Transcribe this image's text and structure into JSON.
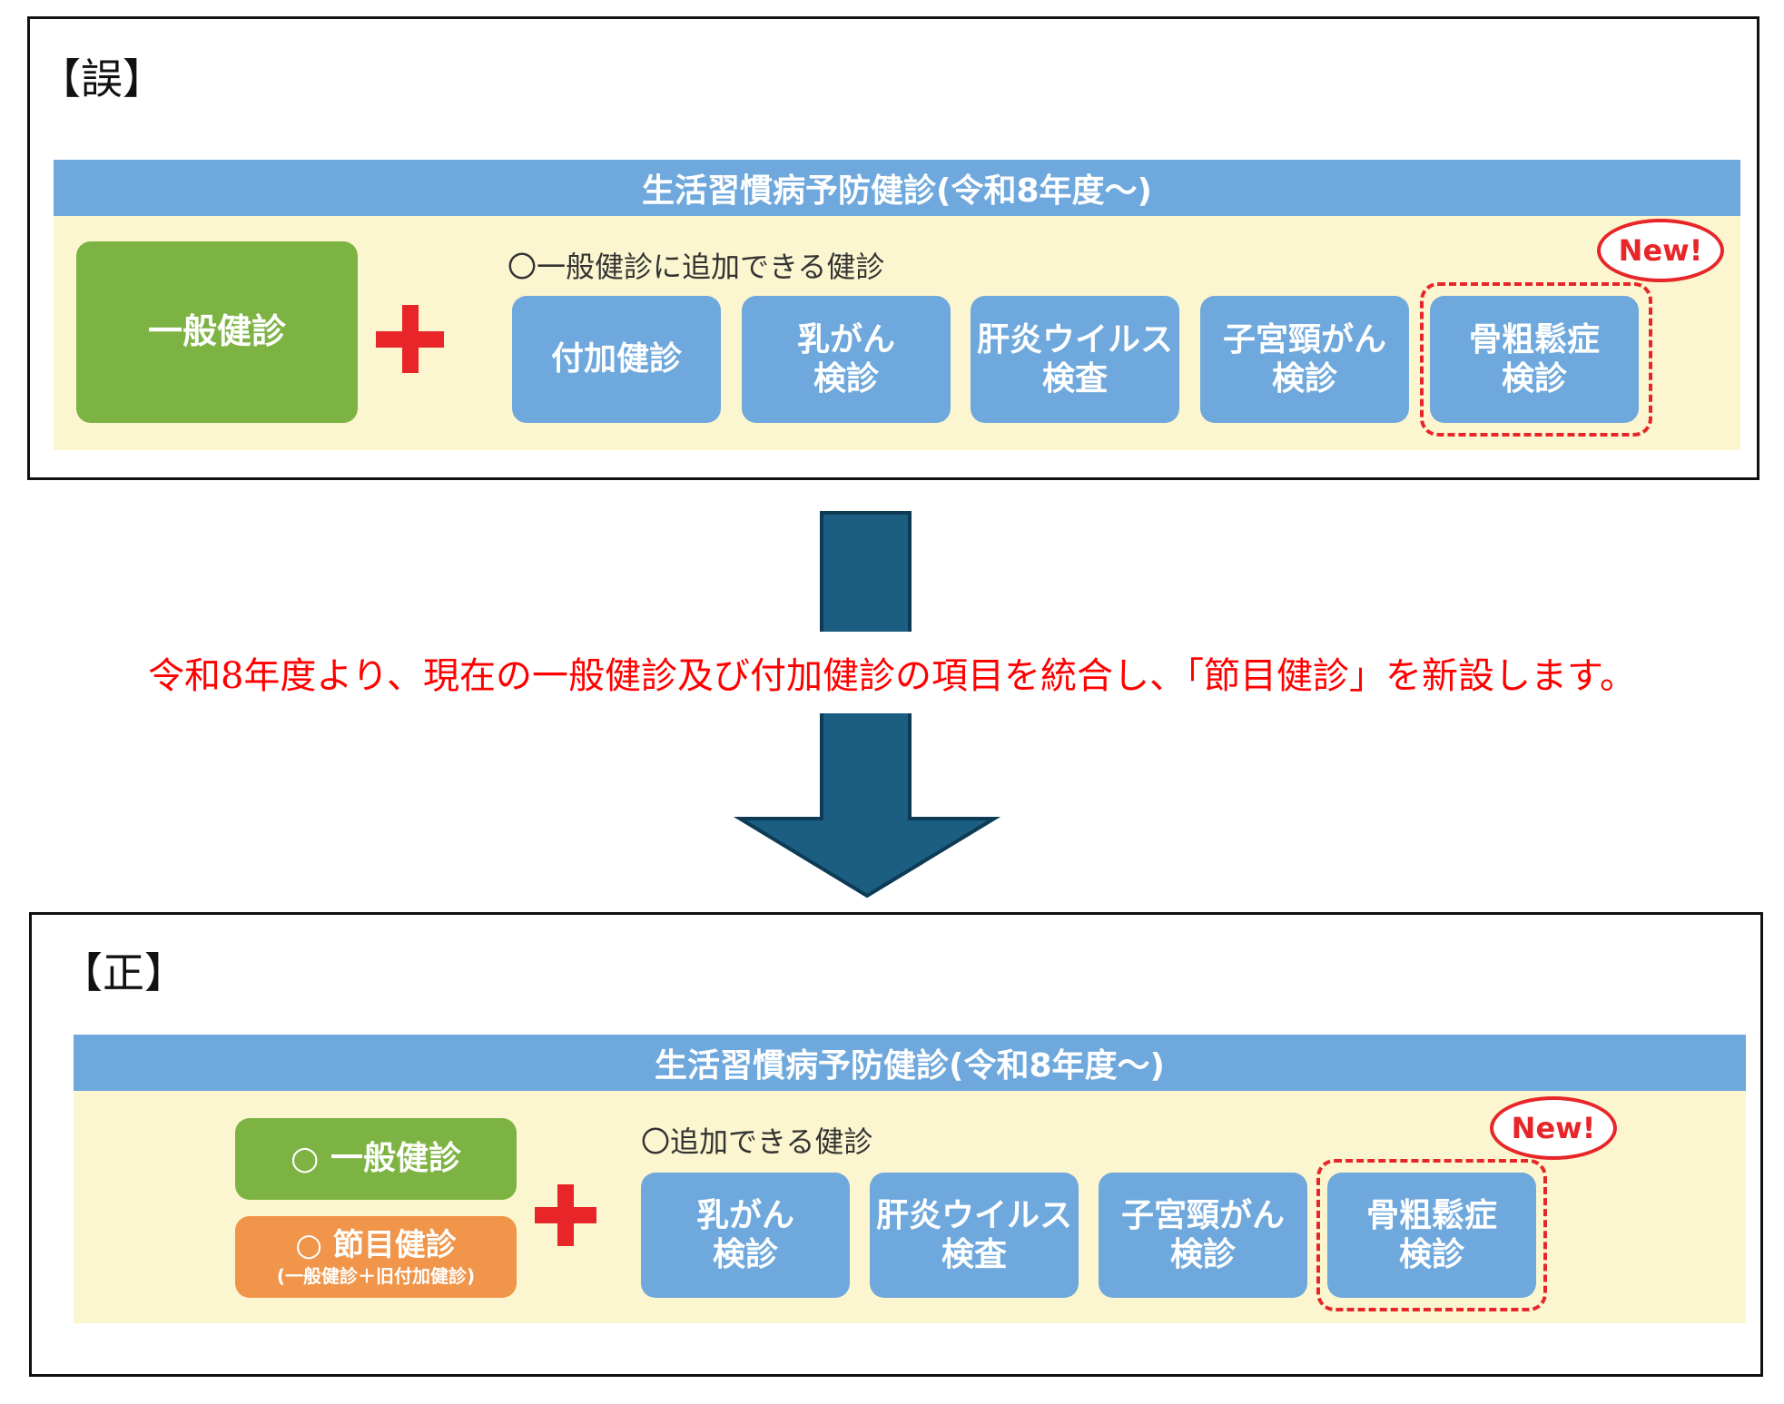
{
  "wrong": {
    "label": "【誤】",
    "title": "生活習慣病予防健診(令和8年度〜)",
    "main_box": "一般健診",
    "subtitle": "〇一般健診に追加できる健診",
    "badge": "New!",
    "items": [
      {
        "line1": "付加健診",
        "line2": ""
      },
      {
        "line1": "乳がん",
        "line2": "検診"
      },
      {
        "line1": "肝炎ウイルス",
        "line2": "検査"
      },
      {
        "line1": "子宮頸がん",
        "line2": "検診"
      },
      {
        "line1": "骨粗鬆症",
        "line2": "検診"
      }
    ]
  },
  "notice": "令和8年度より、現在の一般健診及び付加健診の項目を統合し、「節目健診」を新設します。",
  "right": {
    "label": "【正】",
    "title": "生活習慣病予防健診(令和8年度〜)",
    "box_general": "○ 一般健診",
    "box_milestone": "○ 節目健診",
    "box_milestone_note": "(一般健診＋旧付加健診)",
    "subtitle": "〇追加できる健診",
    "badge": "New!",
    "items": [
      {
        "line1": "乳がん",
        "line2": "検診"
      },
      {
        "line1": "肝炎ウイルス",
        "line2": "検査"
      },
      {
        "line1": "子宮頸がん",
        "line2": "検診"
      },
      {
        "line1": "骨粗鬆症",
        "line2": "検診"
      }
    ]
  },
  "colors": {
    "header_blue": "#6ea8dc",
    "panel_yellow": "#fbf6cf",
    "green": "#7cb342",
    "orange": "#f0954a",
    "red": "#e8262a",
    "arrow": "#1b5e82"
  }
}
